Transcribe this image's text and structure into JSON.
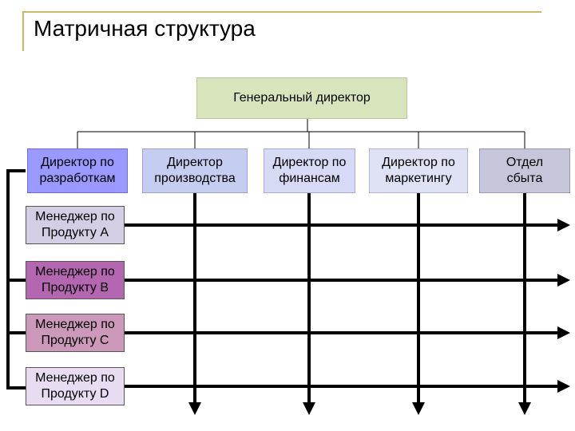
{
  "title": "Матричная структура",
  "ceo": "Генеральный директор",
  "directors": [
    {
      "label": "Директор по\nразработкам"
    },
    {
      "label": "Директор\nпроизводства"
    },
    {
      "label": "Директор по\nфинансам"
    },
    {
      "label": "Директор по\nмаркетингу"
    },
    {
      "label": "Отдел\nсбыта"
    }
  ],
  "managers": [
    {
      "label": "Менеджер по\nПродукту А"
    },
    {
      "label": "Менеджер по\nПродукту В"
    },
    {
      "label": "Менеджер по\nПродукту С"
    },
    {
      "label": "Менеджер по\nПродукту D"
    }
  ],
  "colors": {
    "ceo": "#d8e4bc",
    "dev_director": "#9999ff",
    "manager_a": "#d4cee4",
    "manager_b": "#b566b0",
    "manager_c": "#cc99bb",
    "manager_d": "#e8dcf2",
    "lines": "#000000"
  }
}
